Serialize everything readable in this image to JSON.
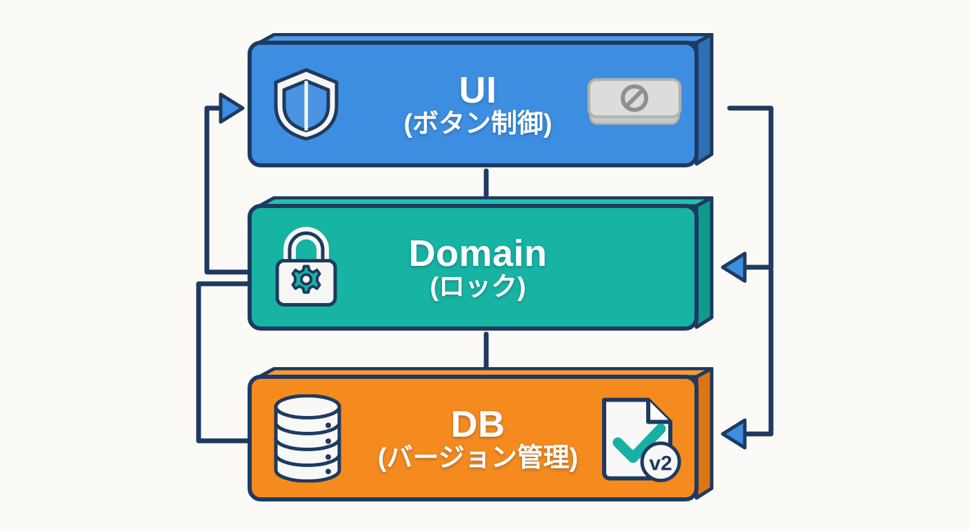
{
  "diagram": {
    "title": "Layered architecture flow diagram",
    "background_color": "#fbfaf7",
    "connector_color": "#1e3a60",
    "layers": [
      {
        "id": "ui",
        "title": "UI",
        "subtitle": "(ボタン制御)",
        "fill_color": "#3d8ee0",
        "side_color": "#2f6fb5",
        "top_color": "#4d9ae8",
        "icons": [
          {
            "name": "shield-icon",
            "position": "left"
          },
          {
            "name": "disabled-button-icon",
            "position": "right",
            "symbol": "prohibition"
          }
        ]
      },
      {
        "id": "domain",
        "title": "Domain",
        "subtitle": "(ロック)",
        "fill_color": "#17b3a3",
        "side_color": "#0f9a8c",
        "top_color": "#22c0af",
        "icons": [
          {
            "name": "lock-gear-icon",
            "position": "left"
          }
        ]
      },
      {
        "id": "db",
        "title": "DB",
        "subtitle": "(バージョン管理)",
        "fill_color": "#f58a1f",
        "side_color": "#dd7512",
        "top_color": "#f89a33",
        "icons": [
          {
            "name": "database-cylinder-icon",
            "position": "left"
          },
          {
            "name": "document-check-icon",
            "position": "right",
            "badge": "v2"
          }
        ]
      }
    ],
    "connectors": [
      {
        "name": "ui-to-domain",
        "from": "ui",
        "to": "domain",
        "direction": "down",
        "arrow": false
      },
      {
        "name": "domain-to-db",
        "from": "domain",
        "to": "db",
        "direction": "down",
        "arrow": false
      },
      {
        "name": "domain-feedback-to-ui",
        "from": "domain",
        "to": "ui",
        "side": "left",
        "arrow": true
      },
      {
        "name": "db-feedback-to-ui",
        "from": "db",
        "to": "ui",
        "side": "left",
        "arrow": true
      },
      {
        "name": "ui-to-domain-right",
        "from": "ui",
        "to": "domain",
        "side": "right",
        "arrow": true
      },
      {
        "name": "domain-to-db-right",
        "from": "domain",
        "to": "db",
        "side": "right",
        "arrow": true
      }
    ]
  }
}
